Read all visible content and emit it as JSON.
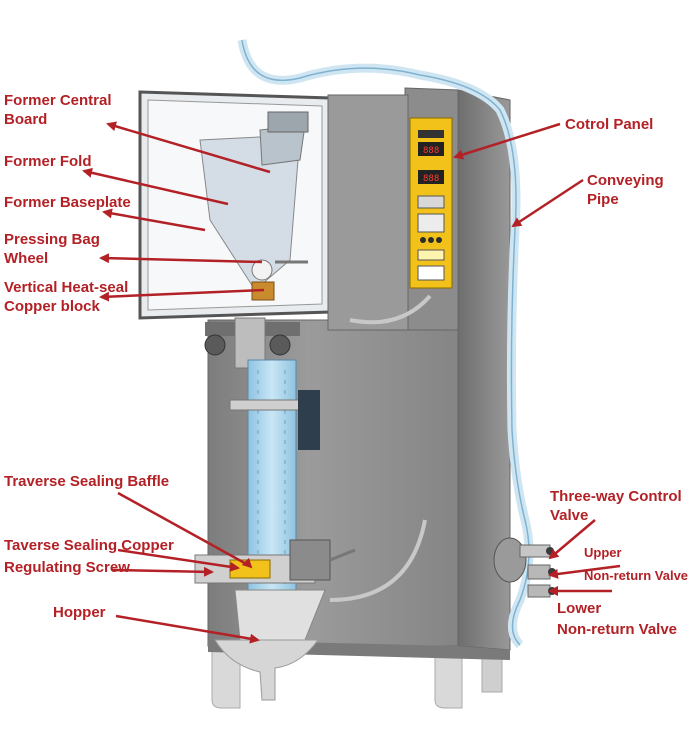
{
  "labels": {
    "former_central_board": [
      "Former Central",
      "Board"
    ],
    "former_fold": "Former Fold",
    "former_baseplate": "Former Baseplate",
    "pressing_bag_wheel": [
      "Pressing Bag",
      "Wheel"
    ],
    "vertical_heat_seal": [
      "Vertical Heat-seal",
      "Copper block"
    ],
    "traverse_sealing_baffle": "Traverse Sealing Baffle",
    "traverse_sealing_copper": [
      "Taverse Sealing Copper",
      "Regulating Screw"
    ],
    "hopper": "Hopper",
    "control_panel": "Cotrol Panel",
    "conveying_pipe": [
      "Conveying",
      "Pipe"
    ],
    "three_way_valve": [
      "Three-way Control",
      "Valve"
    ],
    "upper_nonreturn_valve": [
      "Upper",
      "Non-return Valve"
    ],
    "lower_nonreturn_valve": [
      "Lower",
      "Non-return Valve"
    ]
  },
  "colors": {
    "label_text": "#b32126",
    "arrow": "#b32126",
    "machine_steel": "#8a8a8a",
    "panel_yellow": "#f2c21b",
    "film_blue": "#a9d3ea"
  }
}
